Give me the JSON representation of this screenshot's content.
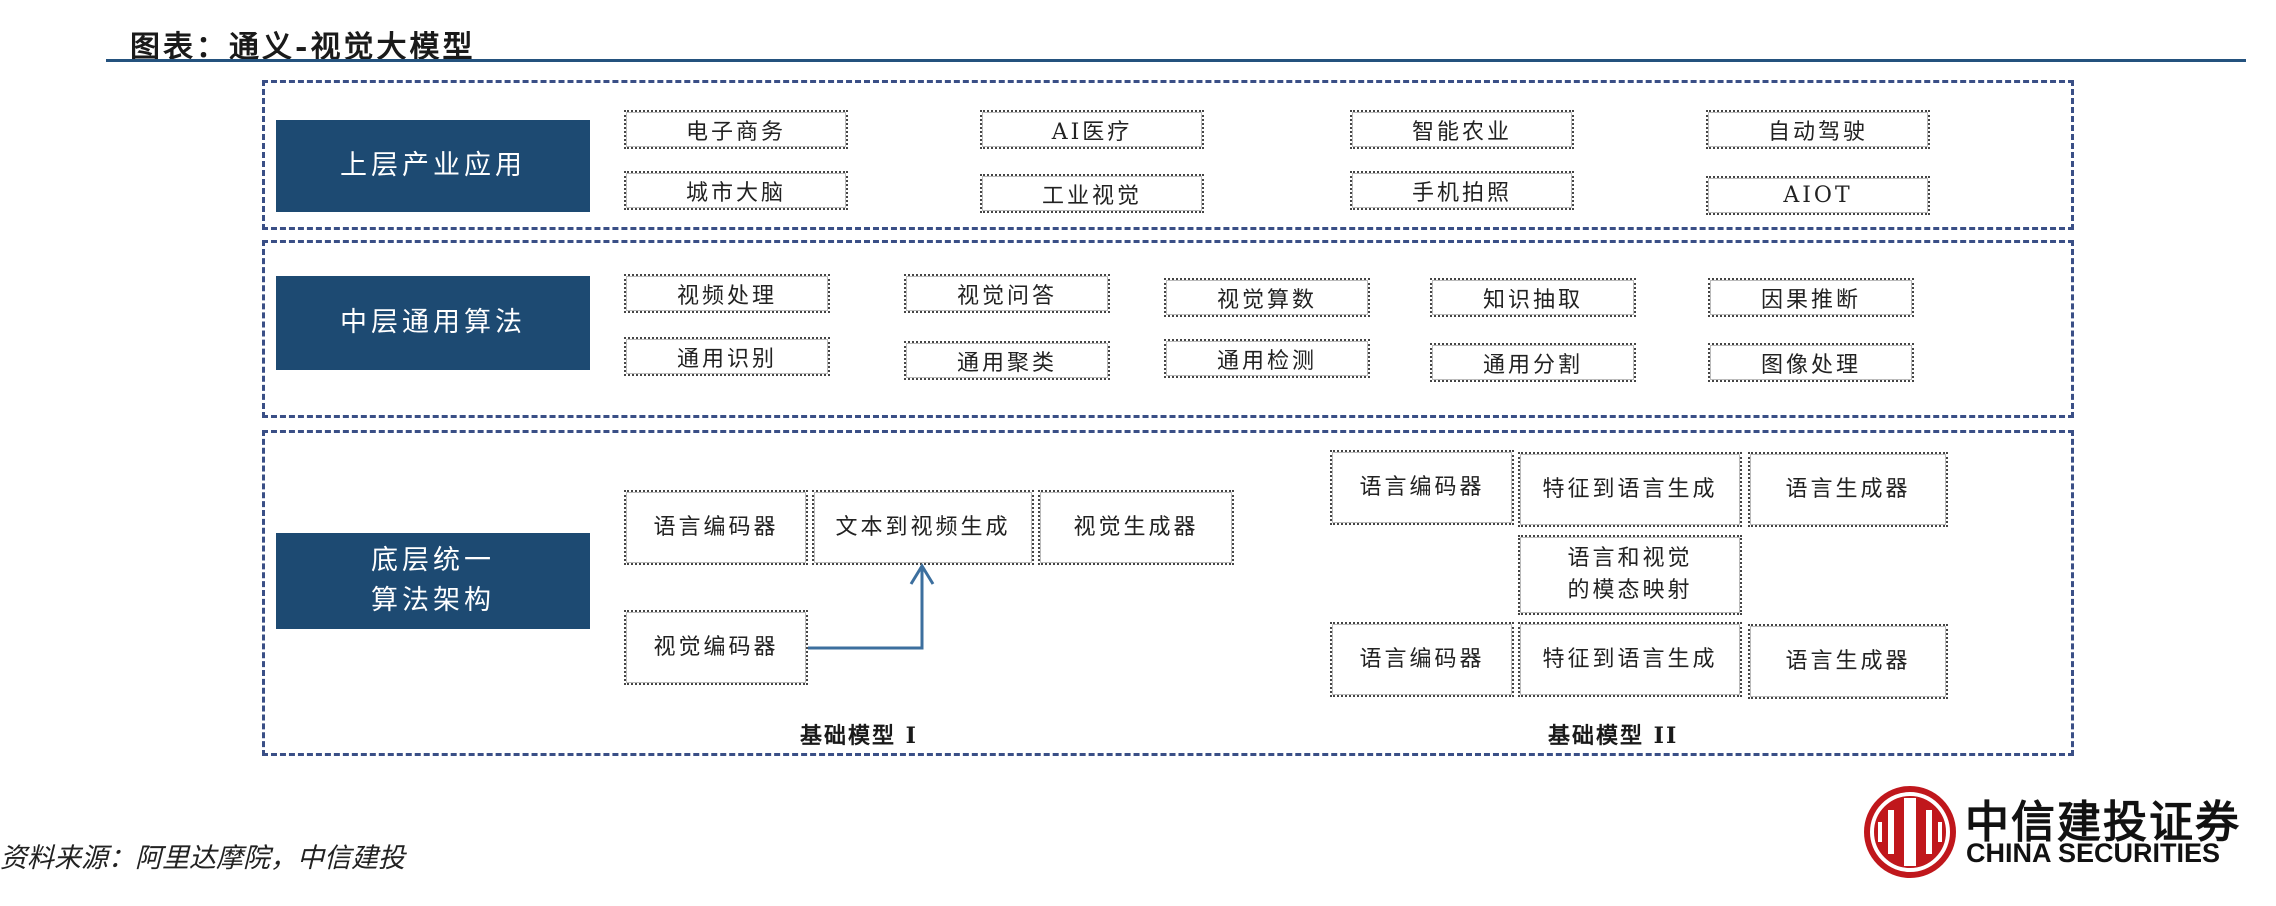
{
  "header": {
    "title": "图表：通义-视觉大模型"
  },
  "layers": {
    "top": {
      "label": "上层产业应用",
      "items": [
        "电子商务",
        "AI医疗",
        "智能农业",
        "自动驾驶",
        "城市大脑",
        "工业视觉",
        "手机拍照",
        "AIOT"
      ]
    },
    "middle": {
      "label": "中层通用算法",
      "items": [
        "视频处理",
        "视觉问答",
        "视觉算数",
        "知识抽取",
        "因果推断",
        "通用识别",
        "通用聚类",
        "通用检测",
        "通用分割",
        "图像处理"
      ]
    },
    "bottom": {
      "label": "底层统一\n算法架构",
      "model1": {
        "caption": "基础模型 I",
        "lang_encoder": "语言编码器",
        "text_to_video": "文本到视频生成",
        "visual_generator": "视觉生成器",
        "visual_encoder": "视觉编码器"
      },
      "model2": {
        "caption": "基础模型 II",
        "row1": [
          "语言编码器",
          "特征到语言生成",
          "语言生成器"
        ],
        "mapping": "语言和视觉\n的模态映射",
        "row2": [
          "语言编码器",
          "特征到语言生成",
          "语言生成器"
        ]
      }
    }
  },
  "footer": {
    "source": "资料来源：阿里达摩院，中信建投",
    "logo_cn": "中信建投证券",
    "logo_en": "CHINA SECURITIES"
  },
  "colors": {
    "accent_blue": "#1d4a72",
    "rule_blue": "#24527e",
    "logo_red": "#c0171c"
  }
}
